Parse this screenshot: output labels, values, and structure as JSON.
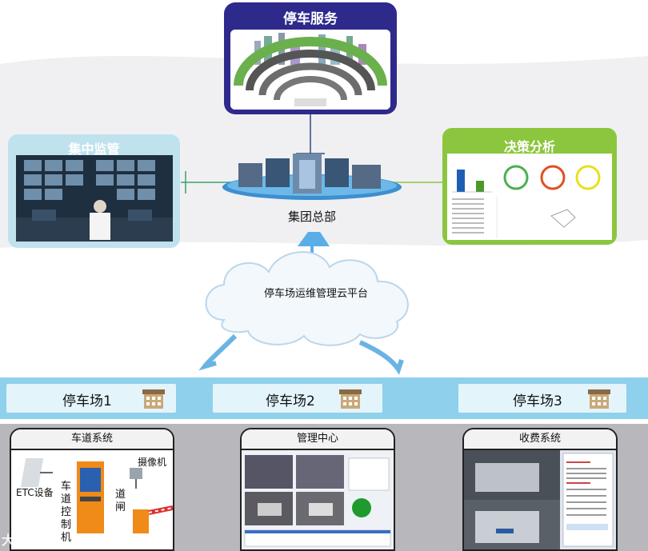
{
  "nodes": {
    "parking_service": "停车服务",
    "central_monitoring": "集中监管",
    "decision_analysis": "决策分析",
    "headquarters": "集团总部",
    "cloud_platform": "停车场运维管理云平台"
  },
  "lots": [
    "停车场1",
    "停车场2",
    "停车场3"
  ],
  "subsystems": {
    "lane": {
      "title": "车道系统",
      "etc": "ETC设备",
      "controller": "车道控制机",
      "gate": "道闸",
      "camera": "摄像机"
    },
    "management": {
      "title": "管理中心"
    },
    "toll": {
      "title": "收费系统"
    }
  },
  "watermark": "大数据观",
  "colors": {
    "service_box": "#2e2a8c",
    "monitor_box": "#bfe2ee",
    "decision_box": "#8cc63e",
    "lot_bar": "#8fd0ec"
  }
}
